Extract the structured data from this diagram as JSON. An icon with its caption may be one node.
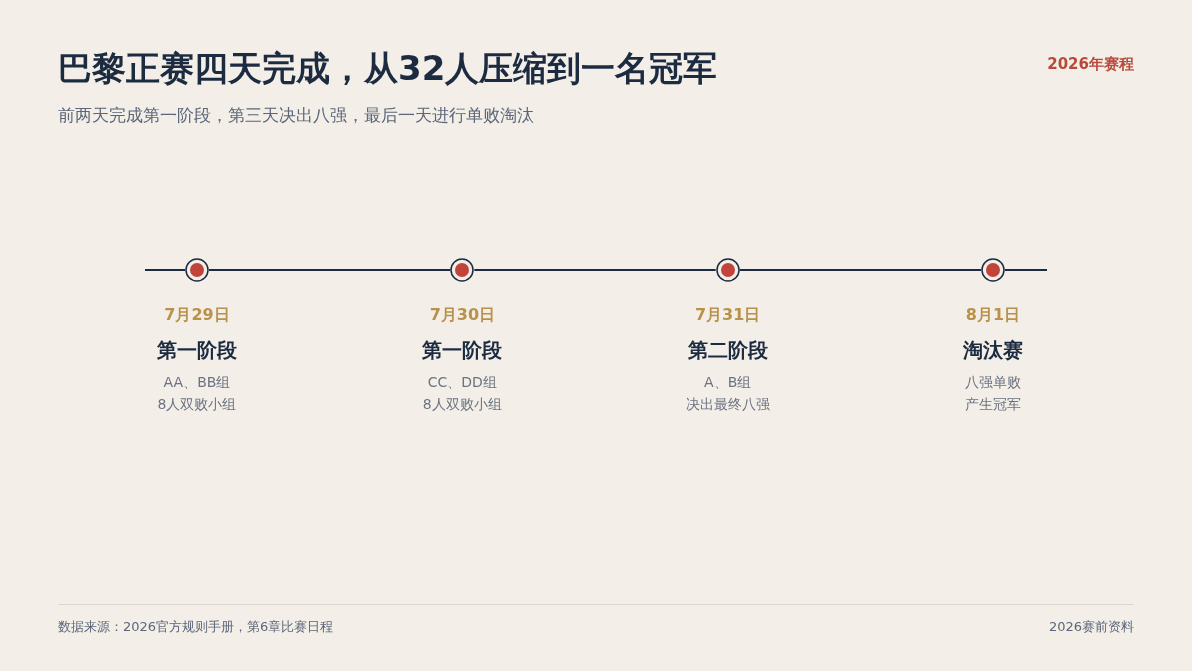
{
  "diagram": {
    "title": "巴黎正赛四天完成，从32人压缩到一名冠军",
    "nodes": [
      {
        "text": [],
        "shape": "circle",
        "beside": [
          "7月29日",
          "第一阶段",
          "AA、BB组",
          "8人双败小组"
        ]
      },
      {
        "text": [],
        "shape": "circle",
        "beside": [
          "7月30日",
          "第一阶段",
          "CC、DD组",
          "8人双败小组"
        ]
      },
      {
        "text": [],
        "shape": "circle",
        "beside": [
          "7月31日",
          "第二阶段",
          "A、B组",
          "决出最终八强"
        ]
      },
      {
        "text": [],
        "shape": "circle",
        "beside": [
          "8月1日",
          "淘汰赛",
          "八强单败",
          "产生冠军"
        ]
      }
    ],
    "edges": [
      {
        "from": 0,
        "to": 1,
        "arrow": "none"
      },
      {
        "from": 1,
        "to": 2,
        "arrow": "none"
      },
      {
        "from": 2,
        "to": 3,
        "arrow": "none"
      }
    ],
    "labels": [
      "2026年赛程",
      "前两天完成第一阶段，第三天决出八强，最后一天进行单败淘汰",
      "数据来源：2026官方规则手册，第6章比赛日程",
      "2026赛前资料"
    ]
  }
}
